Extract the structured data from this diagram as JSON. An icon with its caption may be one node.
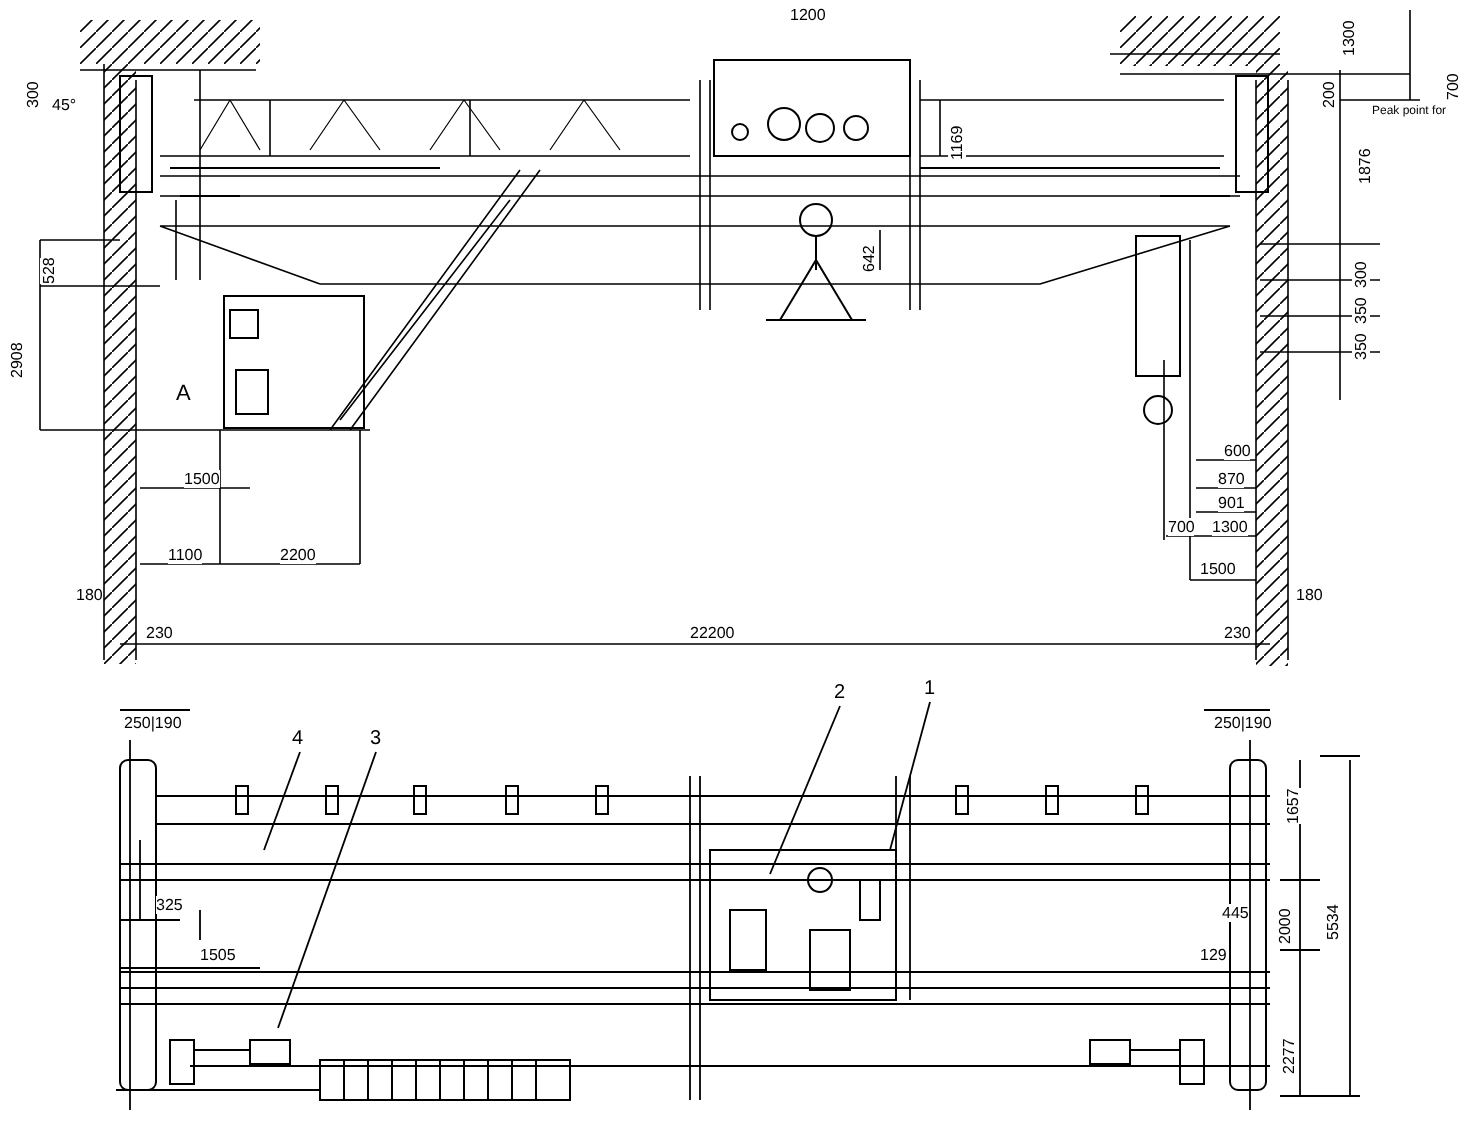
{
  "diagram": {
    "nodes": [
      {
        "text": [
          "4"
        ]
      },
      {
        "text": [
          "3"
        ]
      },
      {
        "text": [
          "2"
        ]
      },
      {
        "text": [
          "1"
        ]
      }
    ],
    "edges": [
      {
        "from": 0,
        "to": null,
        "arrow": "none"
      },
      {
        "from": 1,
        "to": null,
        "arrow": "none"
      },
      {
        "from": 2,
        "to": null,
        "arrow": "none"
      },
      {
        "from": 3,
        "to": null,
        "arrow": "none"
      }
    ],
    "labels": [
      "300",
      "45°",
      "1200",
      "1300",
      "200",
      "700",
      "Peak point for",
      "1169",
      "1876",
      "528",
      "642",
      "2908",
      "300",
      "350",
      "350",
      "A",
      "600",
      "870",
      "901",
      "700",
      "1300",
      "1500",
      "1500",
      "1100",
      "2200",
      "180",
      "180",
      "230",
      "22200",
      "230",
      "250|190",
      "250|190",
      "325",
      "1505",
      "1657",
      "445",
      "129",
      "2000",
      "5534",
      "2277"
    ]
  }
}
